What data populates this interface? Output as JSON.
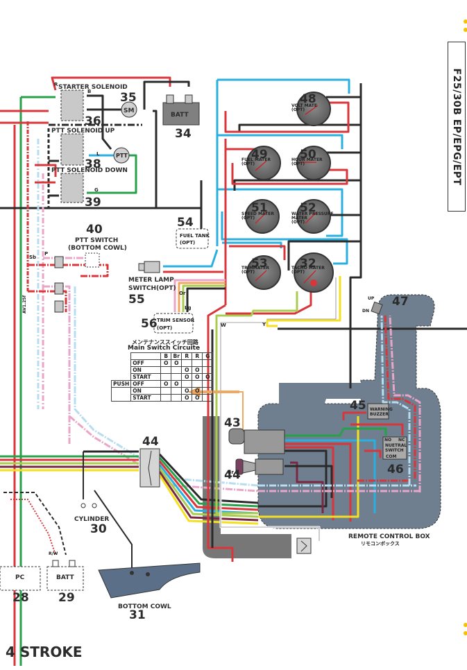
{
  "page": {
    "side_tab_label": "F25/30B   EP/EPG/EPT",
    "footer_title": "4 STROKE"
  },
  "components": {
    "starter_solenoid": {
      "label": "STARTER SOLENOID",
      "number": "36"
    },
    "starter_motor": {
      "label": "SM",
      "number": "35"
    },
    "battery_main": {
      "label": "BATT",
      "number": "34"
    },
    "ptt_solenoid_up": {
      "label": "PTT SOLENOID UP",
      "number": "38"
    },
    "ptt_solenoid_down": {
      "label": "PTT SOLENOID DOWN",
      "number": "39"
    },
    "ptt_motor": {
      "label": "PTT"
    },
    "ptt_switch": {
      "number": "40",
      "label_line1": "PTT SWITCH",
      "label_line2": "(BOTTOM COWL)"
    },
    "volt_meter": {
      "number": "48",
      "label_line1": "VOLT MATE",
      "label_line2": "(OPT)"
    },
    "fuel_meter": {
      "number": "49",
      "label_line1": "FUEL MATER",
      "label_line2": "(OPT)"
    },
    "hour_meter": {
      "number": "50",
      "label_line1": "HOUR MATER",
      "label_line2": "(OPT)"
    },
    "speed_meter": {
      "number": "51",
      "label_line1": "SPEED MATER",
      "label_line2": "(OPT)"
    },
    "water_pressure_meter": {
      "number": "52",
      "label_line1": "WATER PRESSURE",
      "label_line2": "MATER",
      "label_line3": "(OPT)"
    },
    "trim_meter": {
      "number": "53",
      "label_line1": "TRIMMATER",
      "label_line2": "(OPT)"
    },
    "tacho_meter": {
      "number": "32",
      "label_line1": "TACHO MATER",
      "label_line2": "(OPT)"
    },
    "fuel_tank": {
      "number": "54",
      "label_line1": "FUEL TANK",
      "label_line2": "(OPT)"
    },
    "meter_lamp_switch": {
      "number": "55",
      "label_line1": "METER LAMP",
      "label_line2": "SWITCH(OPT)"
    },
    "trim_sensor": {
      "number": "56",
      "label_line1": "TRIM SENSOR",
      "label_line2": "(OPT)"
    },
    "main_switch": {
      "number": "43"
    },
    "connector_44": {
      "number": "44"
    },
    "stop_switch": {
      "number": "44"
    },
    "warning_buzzer": {
      "number": "45",
      "label_line1": "WARNING",
      "label_line2": "BUZZER"
    },
    "neutral_switch": {
      "number": "46",
      "label_line1": "NUETRAL",
      "label_line2": "SWITCH",
      "no": "NO",
      "nc": "NC",
      "com": "COM"
    },
    "ptt_remote_switch": {
      "number": "47",
      "up": "UP",
      "dn": "DN"
    },
    "remote_control_box": {
      "label": "REMOTE CONTROL BOX",
      "label_jp": "リモコンボックス"
    },
    "cylinder": {
      "label": "CYLINDER",
      "number": "30"
    },
    "pc": {
      "label": "PC",
      "number": "28"
    },
    "battery_29": {
      "label": "BATT",
      "number": "29"
    },
    "bottom_cowl": {
      "label": "BOTTOM COWL",
      "number": "31"
    }
  },
  "main_switch_table": {
    "title_jp": "メンテナンススイッチ回路",
    "title_en": "Main Switch Circuite",
    "columns": [
      "B",
      "Br",
      "R",
      "R",
      "G"
    ],
    "rows": [
      {
        "group": "",
        "state": "OFF",
        "conn": [
          "O",
          "O",
          "",
          "",
          ""
        ]
      },
      {
        "group": "",
        "state": "ON",
        "conn": [
          "",
          "",
          "O",
          "O",
          ""
        ]
      },
      {
        "group": "",
        "state": "START",
        "conn": [
          "",
          "",
          "O",
          "O",
          "O"
        ]
      },
      {
        "group": "PUSH",
        "state": "OFF",
        "conn": [
          "O",
          "O",
          "",
          "",
          ""
        ]
      },
      {
        "group": "",
        "state": "ON",
        "conn": [
          "",
          "",
          "O",
          "O",
          ""
        ]
      },
      {
        "group": "",
        "state": "START",
        "conn": [
          "",
          "",
          "O",
          "O",
          ""
        ]
      }
    ]
  },
  "wire_labels": {
    "R": "R",
    "B": "B",
    "L": "L",
    "G": "G",
    "W": "W",
    "Y": "Y",
    "P": "P",
    "Sb": "Sb",
    "Lg": "Lg",
    "Br": "Br",
    "Or": "Or",
    "RW": "R/W",
    "AV125": "AV1.25f"
  },
  "colors": {
    "red": "#d8363a",
    "black": "#2a2a2a",
    "green": "#27a04a",
    "blue": "#2ab0e0",
    "sky": "#b8dcf0",
    "pink": "#eaa6c8",
    "yellow": "#f4e021",
    "lightgreen": "#a9cc50",
    "brown": "#7a2840",
    "orange": "#f0a860",
    "white_wire": "#ffffff",
    "box_gray": "#6f7f8f",
    "comp_gray": "#c9c9c9",
    "gauge": "#6a6a6a"
  }
}
